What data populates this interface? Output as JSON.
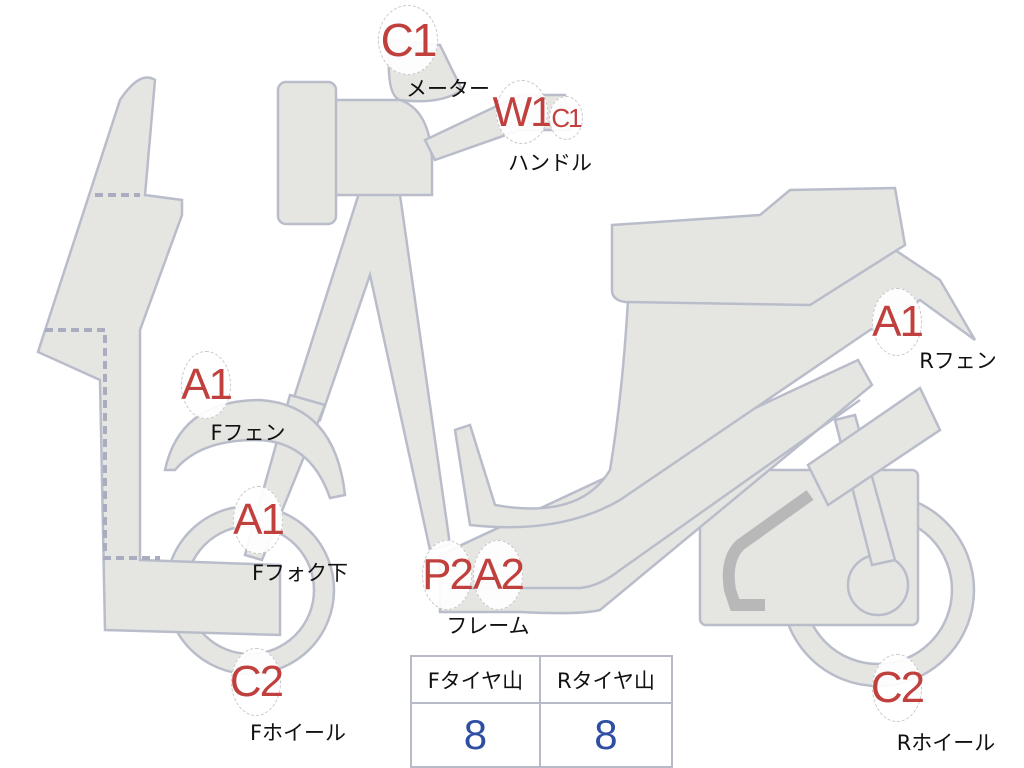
{
  "markers": {
    "meter_code": "C1",
    "handle_code_1": "W1",
    "handle_code_2": "C1",
    "front_fender_code": "A1",
    "front_fork_code": "A1",
    "frame_code_1": "P2",
    "frame_code_2": "A2",
    "front_wheel_code": "C2",
    "rear_fender_code": "A1",
    "rear_wheel_code": "C2"
  },
  "labels": {
    "meter": "メーター",
    "handle": "ハンドル",
    "front_fender": "Fフェン",
    "front_fork": "Fフォク下",
    "front_wheel": "Fホイール",
    "frame": "フレーム",
    "rear_fender": "Rフェン",
    "rear_wheel": "Rホイール"
  },
  "tread_table": {
    "headers": [
      "Fタイヤ山",
      "Rタイヤ山"
    ],
    "values": [
      "8",
      "8"
    ]
  },
  "colors": {
    "code_text": "#c0403e",
    "value_text": "#2d4ea3",
    "body_fill": "#e5e6e2",
    "outline": "#b9bdca"
  }
}
